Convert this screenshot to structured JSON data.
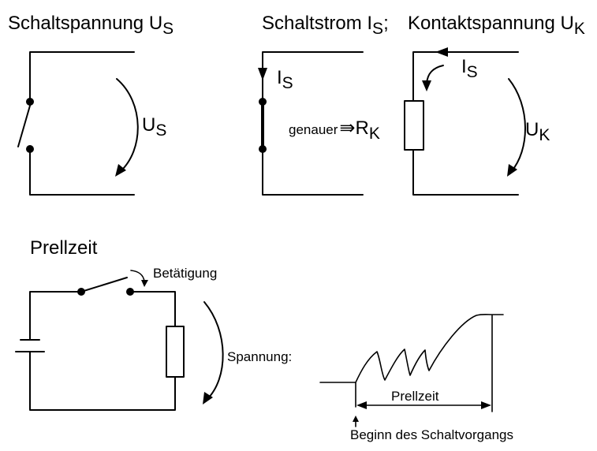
{
  "top_left": {
    "title": "Schaltspannung",
    "title_symbol": "U",
    "title_sub": "S",
    "arrow_symbol": "U",
    "arrow_sub": "S"
  },
  "top_right": {
    "title_a": "Schaltstrom",
    "title_a_symbol": "I",
    "title_a_sub": "S",
    "title_sep": ";",
    "title_b": "Kontaktspannung",
    "title_b_symbol": "U",
    "title_b_sub": "K",
    "current_symbol": "I",
    "current_sub": "S",
    "note_text": "genauer",
    "note_arrow": "⇛",
    "resistor_symbol": "R",
    "resistor_sub": "K",
    "current2_symbol": "I",
    "current2_sub": "S",
    "voltage_symbol": "U",
    "voltage_sub": "K"
  },
  "bottom": {
    "title": "Prellzeit",
    "actuation_label": "Betätigung",
    "voltage_label": "Spannung:",
    "bounce_label": "Prellzeit",
    "start_label": "Beginn des Schaltvorgangs"
  }
}
